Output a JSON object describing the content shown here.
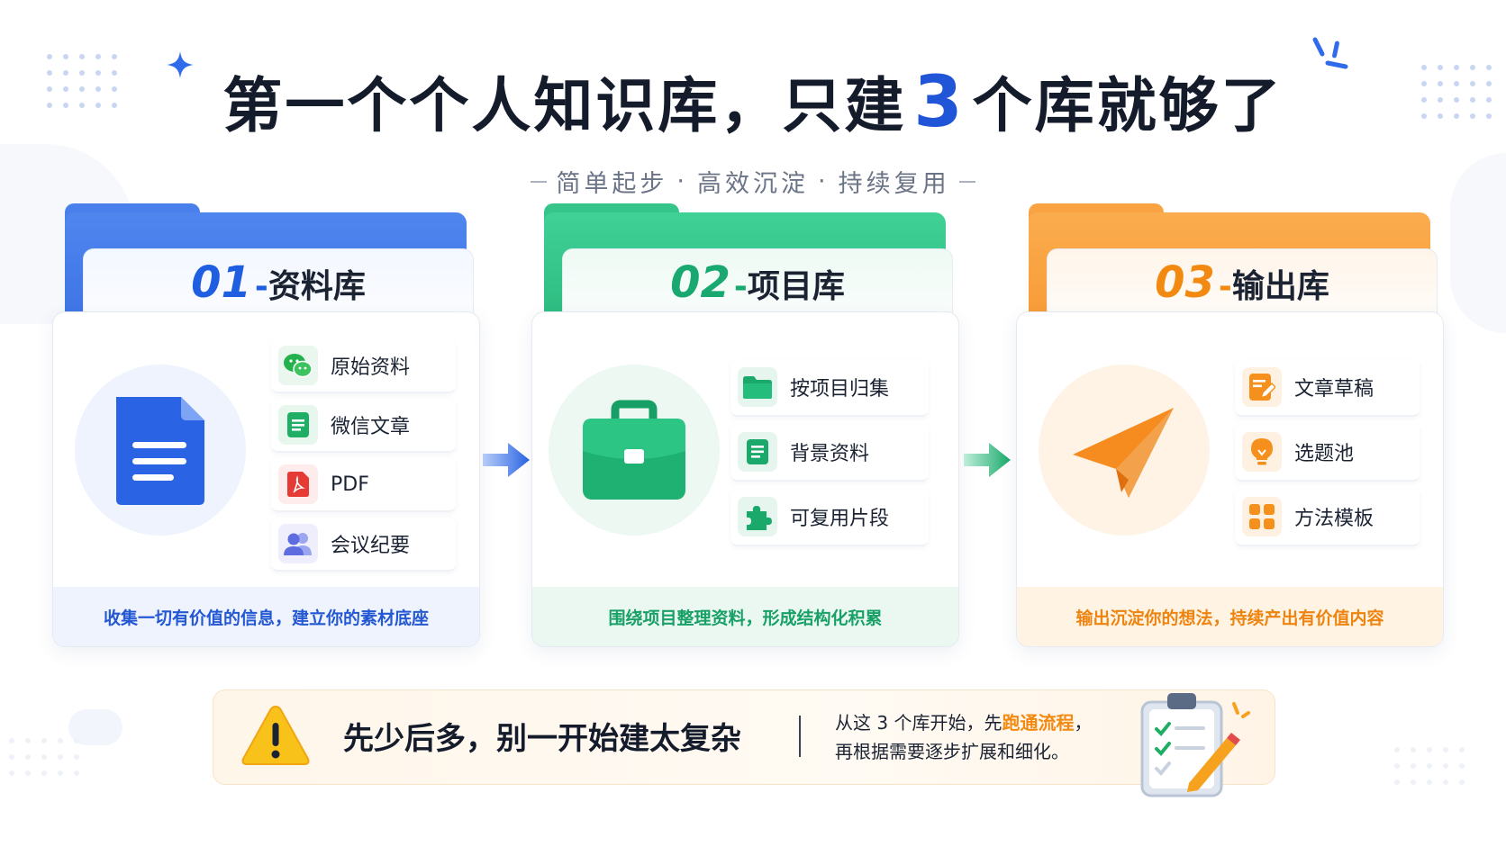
{
  "title": {
    "pre": "第一个个人知识库，只建",
    "highlight": "3",
    "post": "个库就够了"
  },
  "subtitle": [
    "简单起步",
    "·",
    "高效沉淀",
    "·",
    "持续复用"
  ],
  "cards": [
    {
      "num": "01",
      "dash": "-",
      "name": "资料库",
      "accent": "#1f5ee0",
      "items": [
        {
          "icon": "wechat-icon",
          "label": "原始资料"
        },
        {
          "icon": "article-doc-icon",
          "label": "微信文章"
        },
        {
          "icon": "pdf-icon",
          "label": "PDF"
        },
        {
          "icon": "people-icon",
          "label": "会议纪要"
        }
      ],
      "footer": "收集一切有价值的信息，建立你的素材底座"
    },
    {
      "num": "02",
      "dash": "-",
      "name": "项目库",
      "accent": "#19a870",
      "items": [
        {
          "icon": "folder-icon",
          "label": "按项目归集"
        },
        {
          "icon": "document-icon",
          "label": "背景资料"
        },
        {
          "icon": "puzzle-icon",
          "label": "可复用片段"
        }
      ],
      "footer": "围绕项目整理资料，形成结构化积累"
    },
    {
      "num": "03",
      "dash": "-",
      "name": "输出库",
      "accent": "#f28a12",
      "items": [
        {
          "icon": "draft-edit-icon",
          "label": "文章草稿"
        },
        {
          "icon": "lightbulb-icon",
          "label": "选题池"
        },
        {
          "icon": "grid-template-icon",
          "label": "方法模板"
        }
      ],
      "footer": "输出沉淀你的想法，持续产出有价值内容"
    }
  ],
  "banner": {
    "main": "先少后多，别一开始建太复杂",
    "note_pre": "从这 3 个库开始，先",
    "note_highlight": "跑通流程",
    "note_post": "，",
    "note_line2": "再根据需要逐步扩展和细化。"
  },
  "colors": {
    "blue": "#1f5ee0",
    "green": "#19a870",
    "orange": "#f28a12",
    "title": "#141b2b"
  }
}
